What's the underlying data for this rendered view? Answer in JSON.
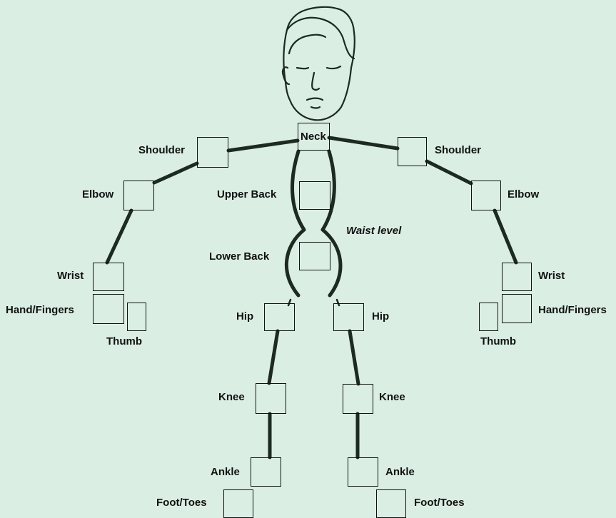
{
  "colors": {
    "background": "#daeee4",
    "line": "#1c2a1f"
  },
  "labels": {
    "neck": "Neck",
    "shoulder_left": "Shoulder",
    "shoulder_right": "Shoulder",
    "elbow_left": "Elbow",
    "elbow_right": "Elbow",
    "upper_back": "Upper Back",
    "waist_level": "Waist level",
    "lower_back": "Lower Back",
    "wrist_left": "Wrist",
    "wrist_right": "Wrist",
    "hand_left": "Hand/Fingers",
    "hand_right": "Hand/Fingers",
    "thumb_left": "Thumb",
    "thumb_right": "Thumb",
    "hip_left": "Hip",
    "hip_right": "Hip",
    "knee_left": "Knee",
    "knee_right": "Knee",
    "ankle_left": "Ankle",
    "ankle_right": "Ankle",
    "foot_left": "Foot/Toes",
    "foot_right": "Foot/Toes"
  }
}
